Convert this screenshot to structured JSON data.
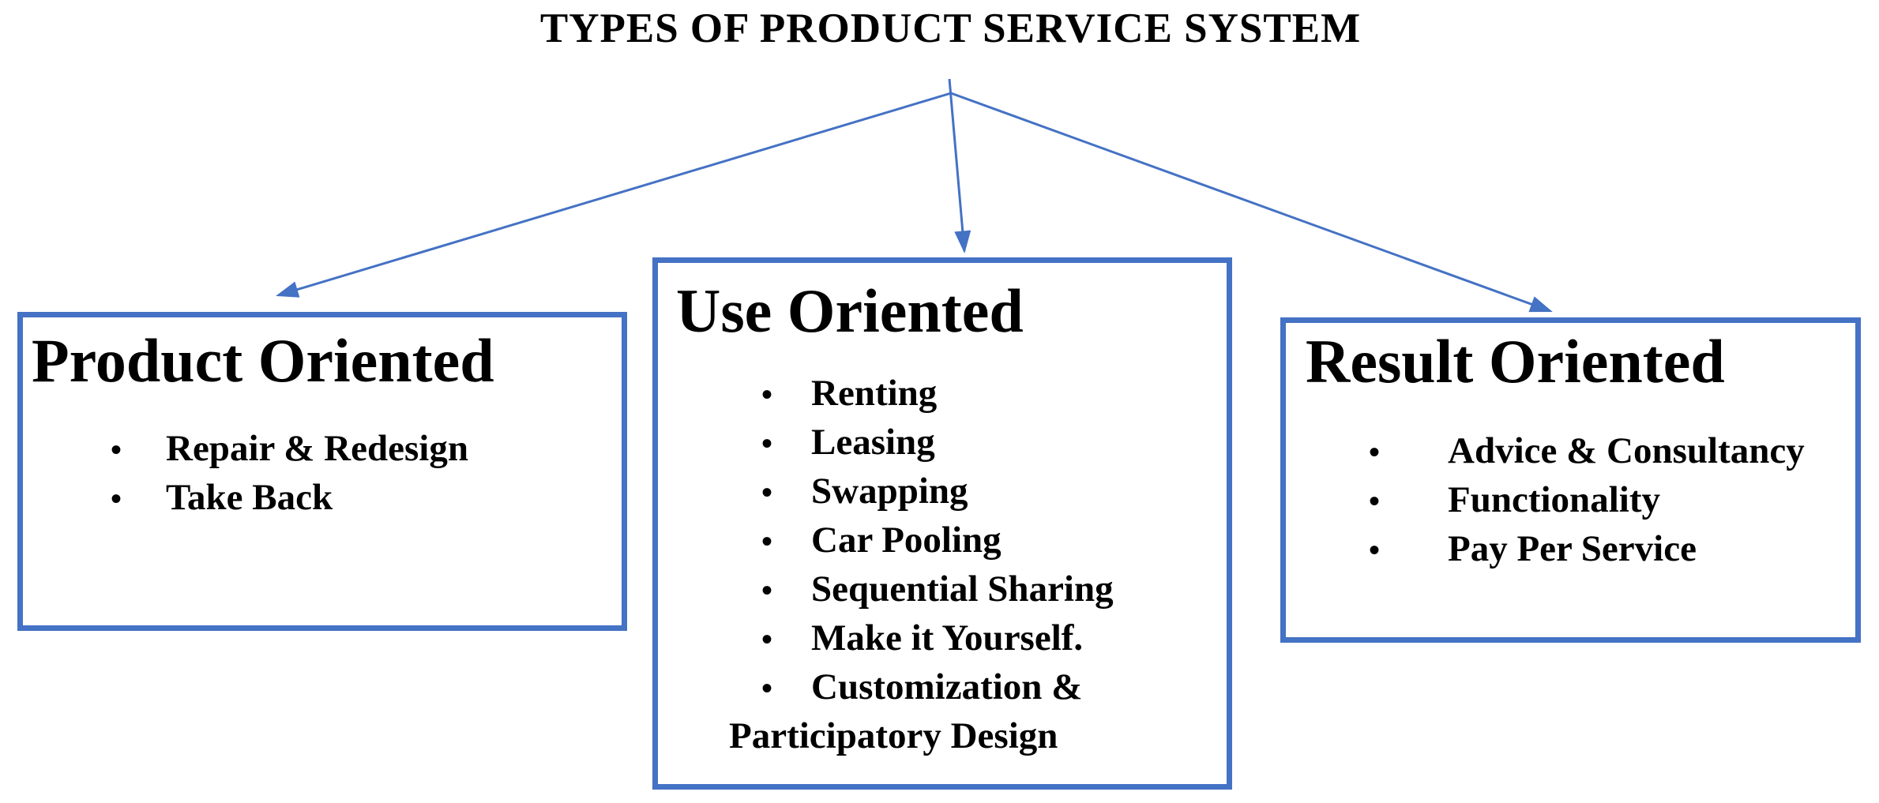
{
  "title": "TYPES OF PRODUCT SERVICE SYSTEM",
  "bullet_char": "•",
  "colors": {
    "accent_blue": "#4472C4",
    "text": "#000000",
    "background": "#FFFFFF"
  },
  "boxes": [
    {
      "heading": "Product Oriented",
      "items": [
        "Repair & Redesign",
        "Take Back"
      ]
    },
    {
      "heading": "Use Oriented",
      "items": [
        "Renting",
        "Leasing",
        "Swapping",
        "Car Pooling",
        "Sequential Sharing",
        "Make it Yourself.",
        "Customization &"
      ],
      "continuation": "Participatory Design"
    },
    {
      "heading": "Result Oriented",
      "items": [
        "Advice & Consultancy",
        "Functionality",
        "Pay Per Service"
      ]
    }
  ]
}
